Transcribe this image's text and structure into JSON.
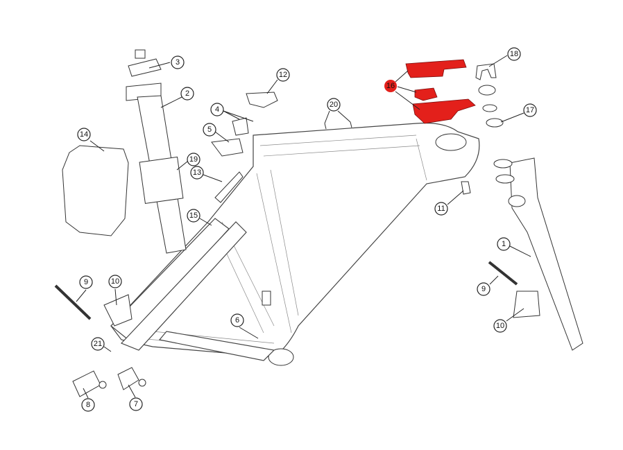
{
  "diagram": {
    "highlight_color": "#e3201b",
    "callouts": [
      {
        "id": "c3",
        "label": "3"
      },
      {
        "id": "c2",
        "label": "2"
      },
      {
        "id": "c4",
        "label": "4"
      },
      {
        "id": "c5",
        "label": "5"
      },
      {
        "id": "c12",
        "label": "12"
      },
      {
        "id": "c20",
        "label": "20"
      },
      {
        "id": "c16",
        "label": "16",
        "highlighted": true
      },
      {
        "id": "c18",
        "label": "18"
      },
      {
        "id": "c17",
        "label": "17"
      },
      {
        "id": "c14",
        "label": "14"
      },
      {
        "id": "c19",
        "label": "19"
      },
      {
        "id": "c13",
        "label": "13"
      },
      {
        "id": "c11",
        "label": "11"
      },
      {
        "id": "c15",
        "label": "15"
      },
      {
        "id": "c1",
        "label": "1"
      },
      {
        "id": "c9a",
        "label": "9"
      },
      {
        "id": "c10a",
        "label": "10"
      },
      {
        "id": "c9b",
        "label": "9"
      },
      {
        "id": "c10b",
        "label": "10"
      },
      {
        "id": "c6",
        "label": "6"
      },
      {
        "id": "c21",
        "label": "21"
      },
      {
        "id": "c8",
        "label": "8"
      },
      {
        "id": "c7",
        "label": "7"
      }
    ]
  }
}
